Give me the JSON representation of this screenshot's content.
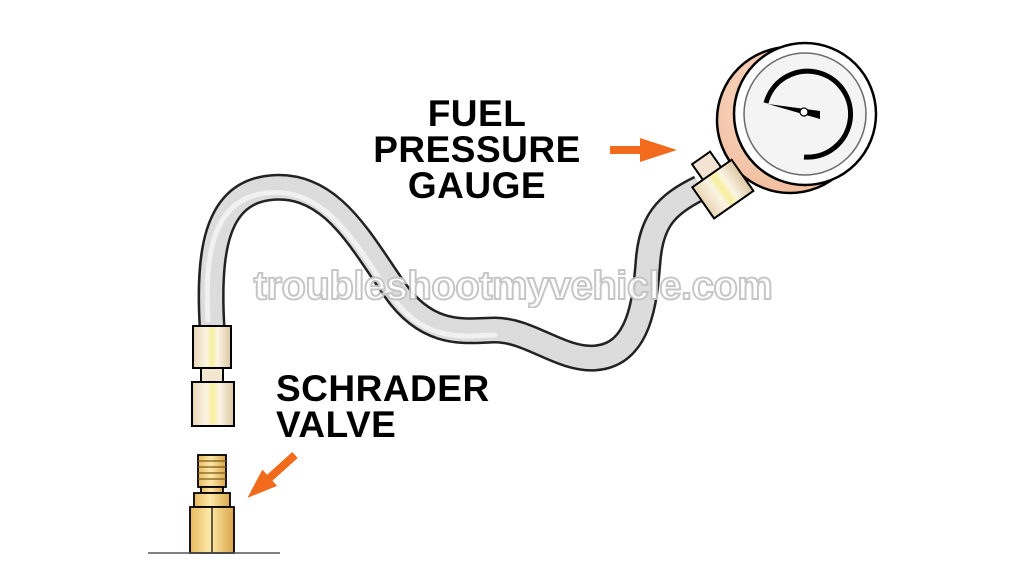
{
  "labels": {
    "fuel_pressure_gauge": [
      "FUEL",
      "PRESSURE",
      "GAUGE"
    ],
    "schrader_valve": [
      "SCHRADER",
      "VALVE"
    ]
  },
  "watermark": "troubleshootmyvehicle.com",
  "colors": {
    "arrow": "#f26a1b",
    "hose": "#d9d9d9",
    "gauge_body": "#f5c9ad",
    "fitting": "#f3e3c6",
    "valve_brass": "#f2d28a",
    "outline": "#000000"
  }
}
